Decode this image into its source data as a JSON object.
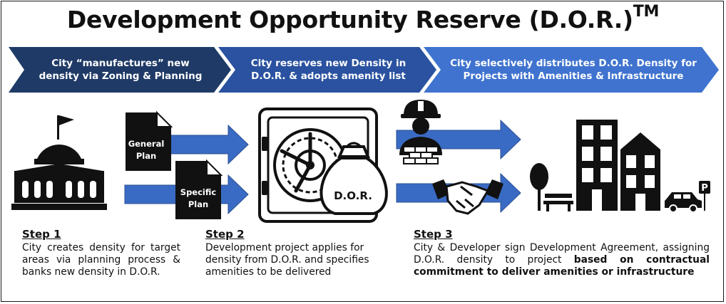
{
  "title": {
    "text": "Development Opportunity Reserve (D.O.R.)",
    "trademark": "TM"
  },
  "banners": [
    {
      "line1": "City “manufactures” new",
      "line2": "density via Zoning & Planning",
      "color": "#1f3a66"
    },
    {
      "line1": "City reserves new Density in",
      "line2": "D.O.R. & adopts amenity list",
      "color": "#2a52a0"
    },
    {
      "line1": "City selectively distributes D.O.R. Density for",
      "line2": "Projects with Amenities & Infrastructure",
      "color": "#3f73cf"
    }
  ],
  "documents": {
    "general_plan": {
      "line1": "General",
      "line2": "Plan"
    },
    "specific_plan": {
      "line1": "Specific",
      "line2": "Plan"
    }
  },
  "money_bag_label": "D.O.R.",
  "steps": [
    {
      "heading": "Step 1",
      "body": "City creates density for target areas via planning process & banks new density in D.O.R."
    },
    {
      "heading": "Step 2",
      "body": "Development project applies for density from D.O.R. and specifies amenities to be delivered"
    },
    {
      "heading": "Step 3",
      "body_regular": "City & Developer sign Development Agreement, assigning D.O.R. density to project ",
      "body_bold": "based on contractual commitment to deliver amenities or infrastructure"
    }
  ],
  "parking_sign": "P",
  "colors": {
    "arrow_blue": "#3a6bc4",
    "arrow_edge": "#2a4f92",
    "icon_black": "#111111"
  },
  "icons": [
    "capitol-building-icon",
    "document-icon",
    "vault-icon",
    "money-bag-icon",
    "construction-worker-icon",
    "handshake-icon",
    "tree-icon",
    "bench-icon",
    "buildings-icon",
    "car-icon",
    "parking-sign-icon"
  ]
}
